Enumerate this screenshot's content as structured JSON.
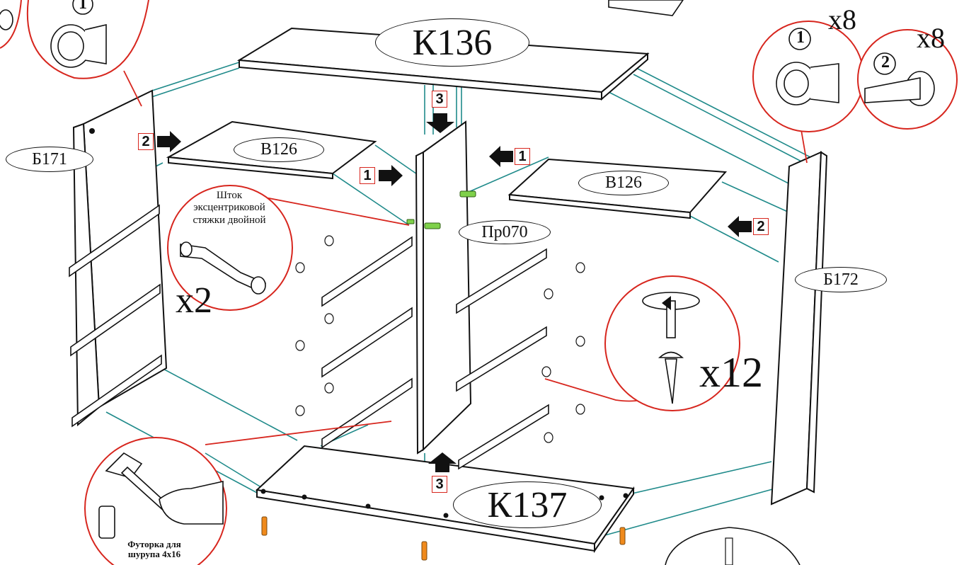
{
  "diagram": {
    "panels": {
      "top": "К136",
      "bottom": "К137",
      "left_side": "Б171",
      "right_side": "Б172",
      "divider": "Пр070",
      "shelf_left": "В126",
      "shelf_right": "В126"
    },
    "steps": {
      "one": "1",
      "two": "2",
      "three": "3"
    },
    "quantities": {
      "cam_x8": "x8",
      "cam_tool_x8": "x8",
      "rod_x2": "x2",
      "screw_x12": "x12"
    },
    "callouts": {
      "rod_label": "Шток эксцентриковой стяжки двойной",
      "dowel_label": "Футорка для шурупа 4x16",
      "cam_detail_step_1": "1",
      "cam_detail_step_2": "2",
      "cam_detail_left_step": "1"
    },
    "colors": {
      "guide_line": "#1f8a8a",
      "callout_red": "#d7261e",
      "panel_outline": "#111111",
      "dowel_orange": "#f08a1c",
      "fitting_green": "#7fd14a"
    }
  }
}
